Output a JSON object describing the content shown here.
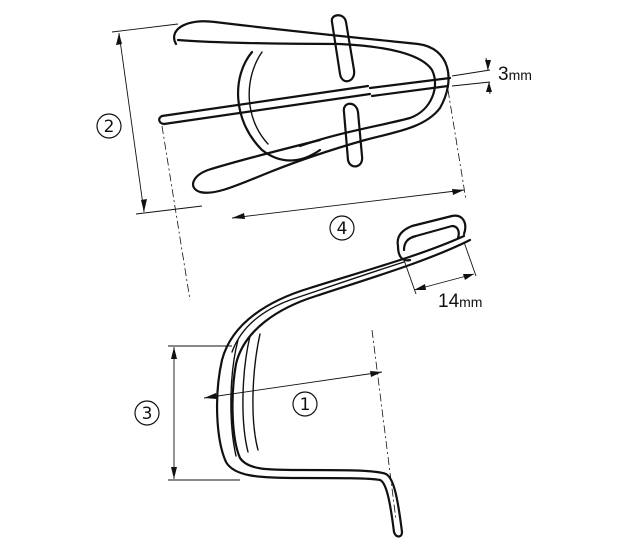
{
  "callouts": {
    "c1": "1",
    "c2": "2",
    "c3": "3",
    "c4": "4"
  },
  "measurements": {
    "wire_dia_value": "3",
    "wire_dia_unit": "mm",
    "tab_width_value": "14",
    "tab_width_unit": "mm"
  }
}
